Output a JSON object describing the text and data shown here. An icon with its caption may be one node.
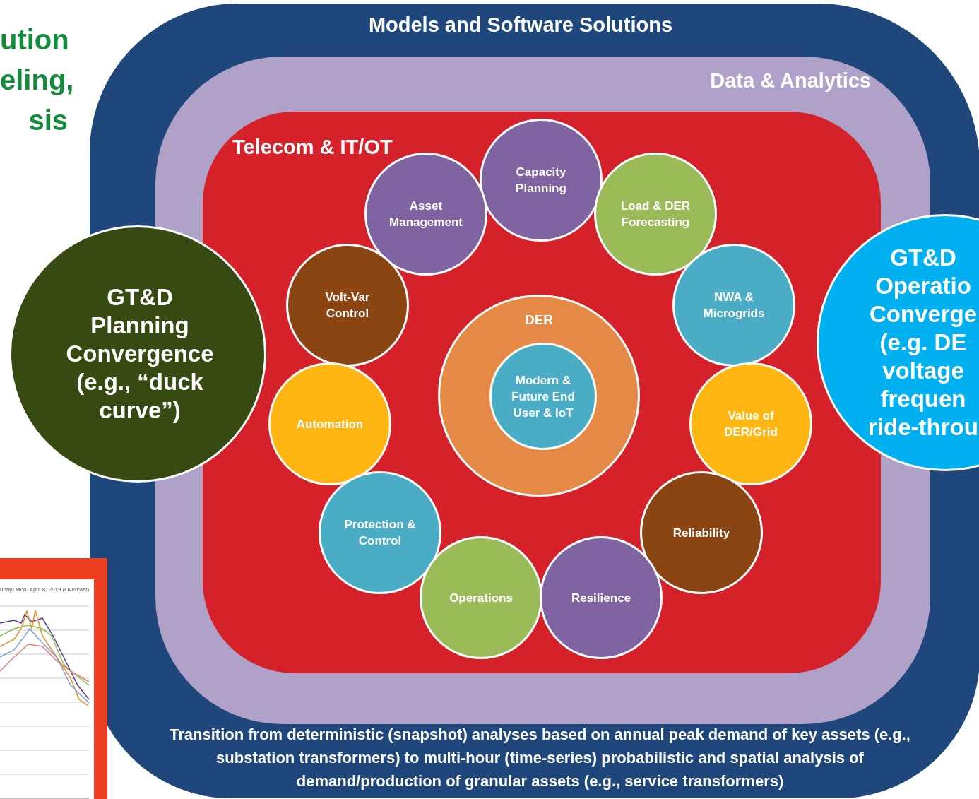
{
  "diagram": {
    "nodes": [
      {
        "text": [
          "Models and Software Solutions",
          "Transition from deterministic (snapshot) analyses based on annual peak demand of key assets (e.g., substation transformers) to multi-hour (time-series) probabilistic and spatial analysis of demand/production of granular assets (e.g., service transformers)"
        ]
      },
      {
        "text": [
          "Data & Analytics"
        ],
        "in": 0
      },
      {
        "text": [
          "Telecom & IT/OT"
        ],
        "in": 1
      },
      {
        "text": [
          "Capacity Planning"
        ],
        "in": 2
      },
      {
        "text": [
          "Asset Management"
        ],
        "in": 2
      },
      {
        "text": [
          "Load & DER Forecasting"
        ],
        "in": 2
      },
      {
        "text": [
          "GT&D Operatio Converge (e.g. DE voltage frequen ride-throu"
        ]
      },
      {
        "text": [
          "GT&D Planning Convergence (e.g., “duck curve”)"
        ]
      },
      {
        "text": [
          "Volt-Var Control"
        ],
        "in": 2
      },
      {
        "text": [
          "NWA & Microgrids"
        ],
        "in": 2
      },
      {
        "text": [
          "DER"
        ],
        "in": 2
      },
      {
        "text": [
          "Modern & Future End User & IoT"
        ],
        "in": 10
      },
      {
        "text": [
          "Automation"
        ],
        "in": 2
      },
      {
        "text": [
          "Value of DER/Grid"
        ],
        "in": 2
      },
      {
        "text": [
          "Protection & Control"
        ],
        "in": 2
      },
      {
        "text": [
          "Reliability"
        ],
        "in": 2
      },
      {
        "text": [
          "Operations"
        ],
        "in": 2
      },
      {
        "text": [
          "Resilience"
        ],
        "in": 2
      }
    ],
    "edges": [],
    "labels": [
      "ution eling, sis",
      "unny)",
      "Mon. April 8, 2019 (Overcast)"
    ]
  }
}
